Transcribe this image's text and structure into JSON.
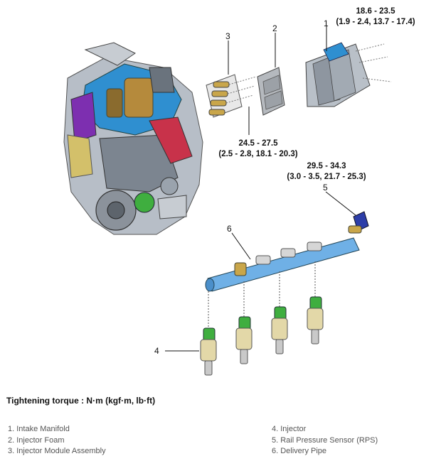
{
  "callouts": {
    "n1": "1",
    "n2": "2",
    "n3": "3",
    "n4": "4",
    "n5": "5",
    "n6": "6"
  },
  "torques": {
    "intake_manifold": {
      "nm": "18.6 - 23.5",
      "alt": "(1.9 - 2.4, 13.7 - 17.4)"
    },
    "injector_module": {
      "nm": "24.5 - 27.5",
      "alt": "(2.5 - 2.8, 18.1 - 20.3)"
    },
    "rail_sensor": {
      "nm": "29.5 - 34.3",
      "alt": "(3.0 - 3.5, 21.7 - 25.3)"
    }
  },
  "torque_heading": "Tightening torque : N·m (kgf·m, lb·ft)",
  "legend": {
    "left": [
      "1. Intake Manifold",
      "2. Injector Foam",
      "3. Injector Module Assembly"
    ],
    "right": [
      "4. Injector",
      "5. Rail Pressure Sensor (RPS)",
      "6. Delivery Pipe"
    ]
  },
  "colors": {
    "engine_block": "#9aa3ad",
    "accent_blue": "#2f8fd0",
    "accent_purple": "#7d2fb0",
    "accent_green": "#3fae3f",
    "accent_red": "#c8324a",
    "pipe_blue": "#6fb0e6",
    "brass": "#c9a64a"
  }
}
